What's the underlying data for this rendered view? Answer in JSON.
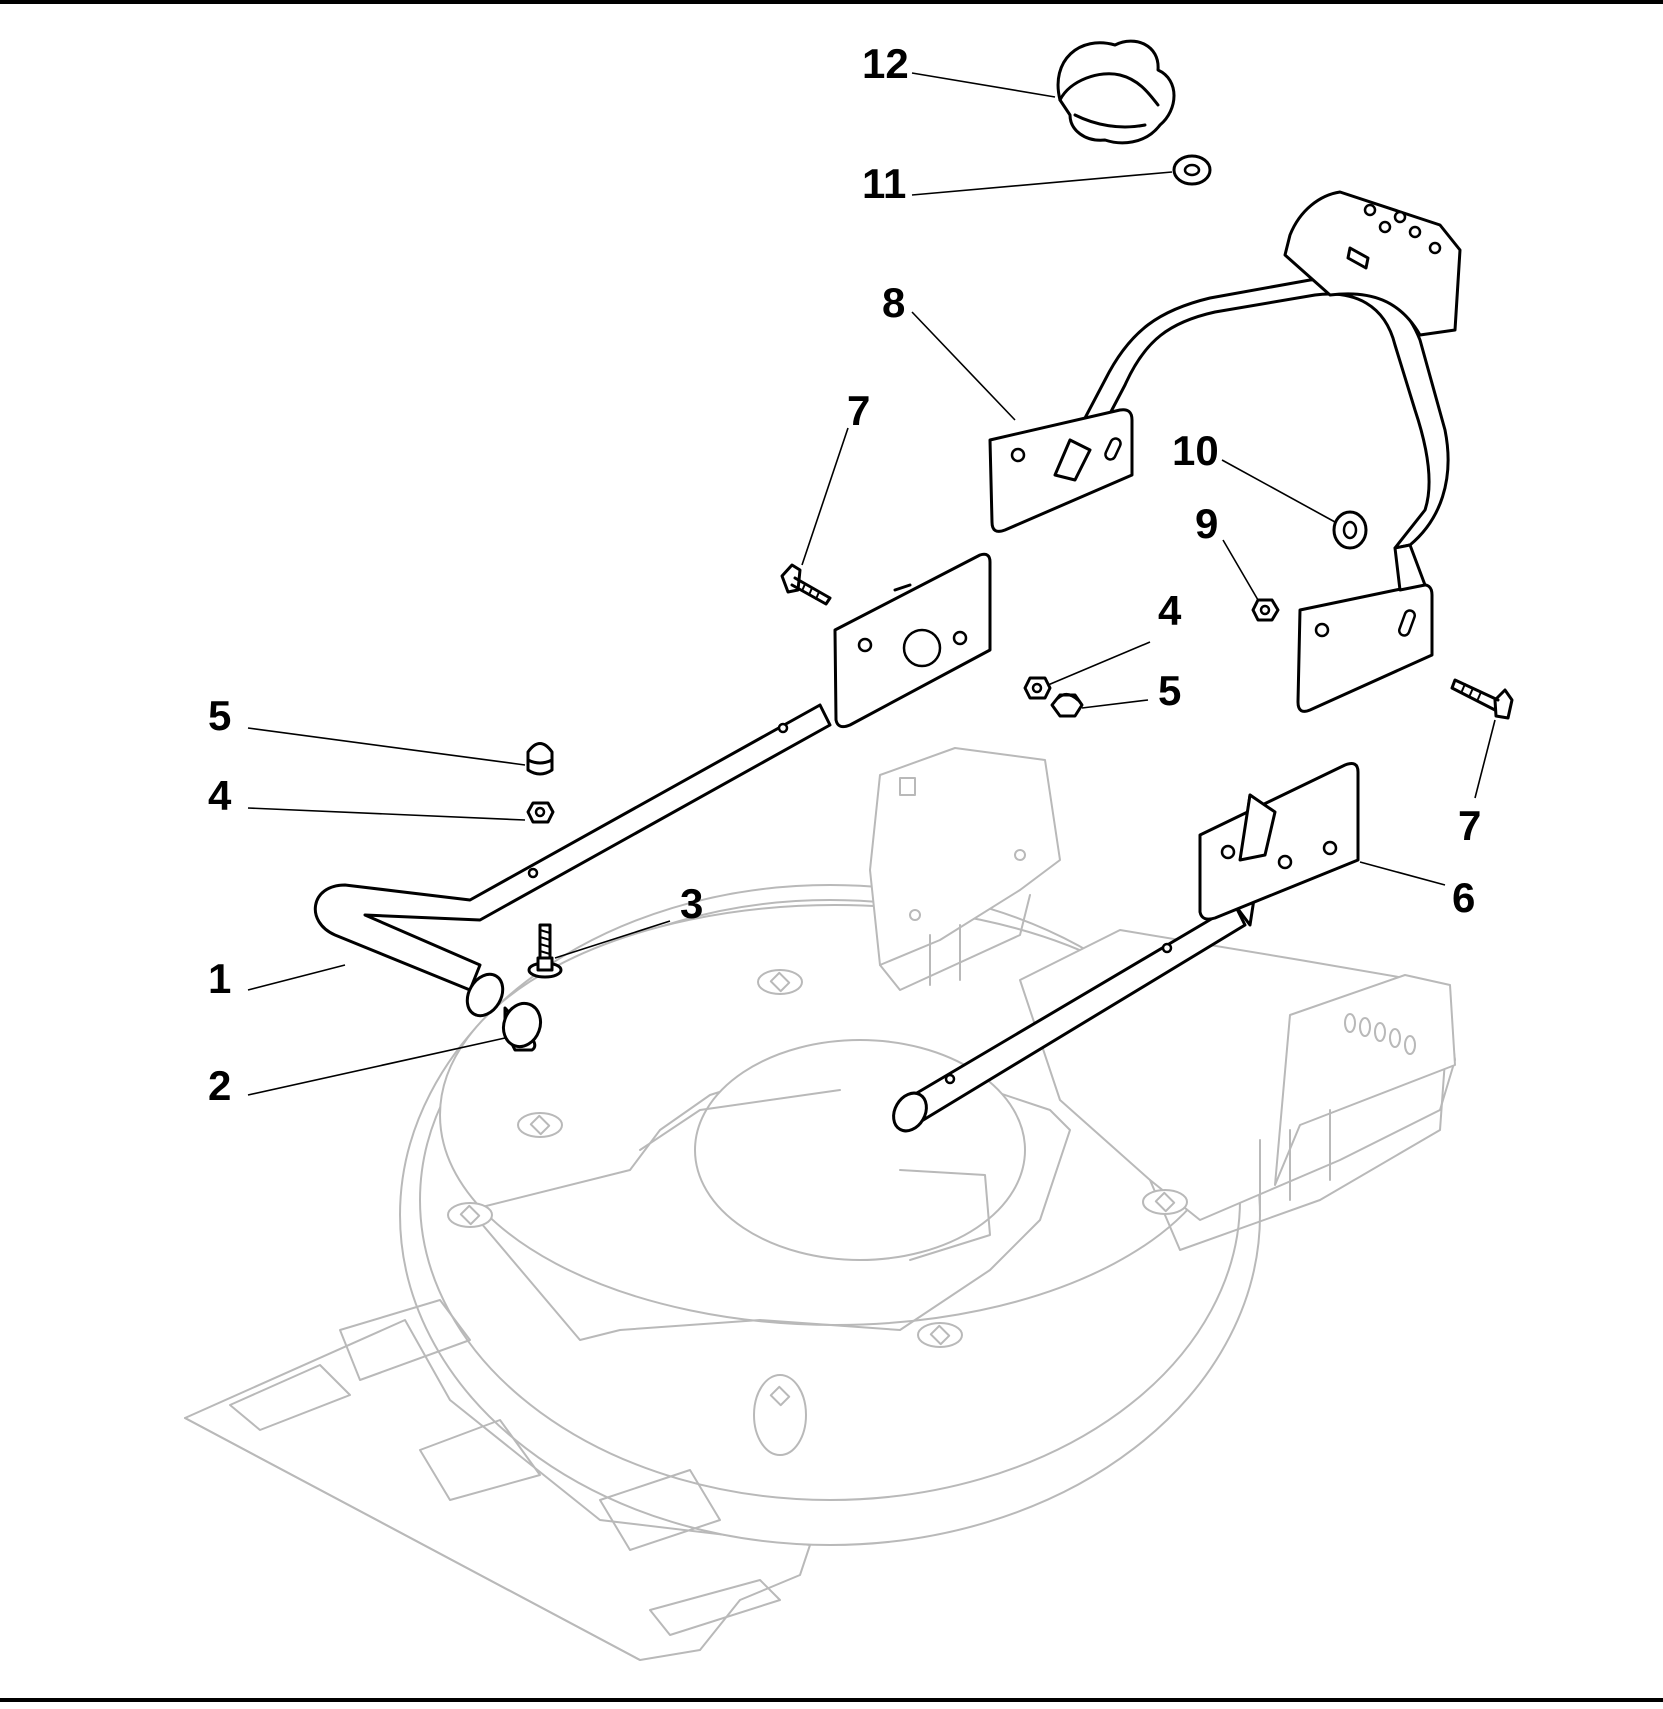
{
  "callouts": [
    {
      "id": "c1",
      "label": "1"
    },
    {
      "id": "c2",
      "label": "2"
    },
    {
      "id": "c3",
      "label": "3"
    },
    {
      "id": "c4a",
      "label": "4"
    },
    {
      "id": "c4b",
      "label": "4"
    },
    {
      "id": "c5a",
      "label": "5"
    },
    {
      "id": "c5b",
      "label": "5"
    },
    {
      "id": "c6",
      "label": "6"
    },
    {
      "id": "c7a",
      "label": "7"
    },
    {
      "id": "c7b",
      "label": "7"
    },
    {
      "id": "c8",
      "label": "8"
    },
    {
      "id": "c9",
      "label": "9"
    },
    {
      "id": "c10",
      "label": "10"
    },
    {
      "id": "c11",
      "label": "11"
    },
    {
      "id": "c12",
      "label": "12"
    }
  ],
  "colors": {
    "parts": "#000000",
    "background_assembly": "#b9b9b9",
    "page": "#ffffff"
  }
}
